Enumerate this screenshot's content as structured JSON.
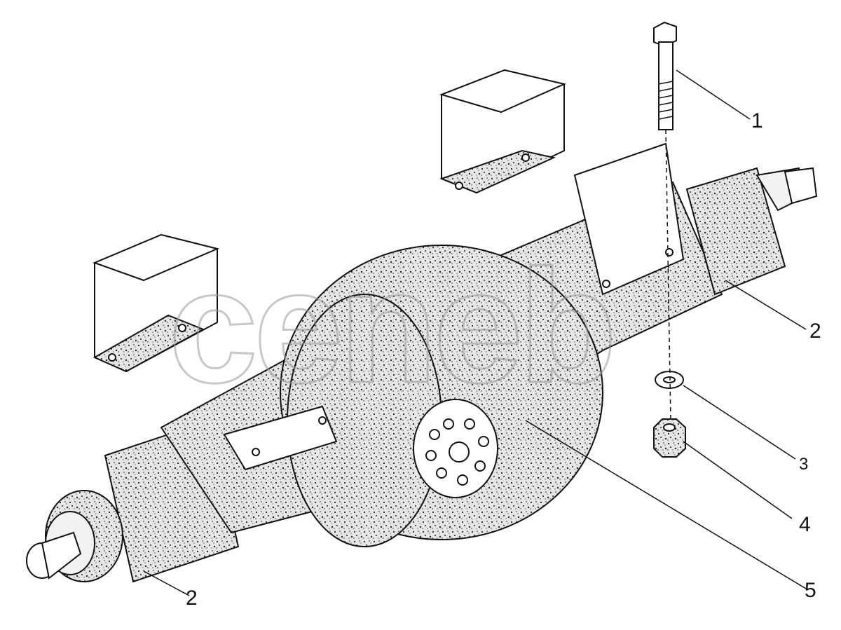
{
  "callouts": [
    {
      "id": "bolt",
      "label": "1"
    },
    {
      "id": "hub-right",
      "label": "2"
    },
    {
      "id": "washer",
      "label": "3"
    },
    {
      "id": "nut",
      "label": "4"
    },
    {
      "id": "hub-left",
      "label": "2"
    },
    {
      "id": "housing",
      "label": "5"
    }
  ],
  "watermark": {
    "text": "ceneb"
  },
  "colors": {
    "ink": "#111111",
    "speckle_fill": "#dcdcdc"
  }
}
